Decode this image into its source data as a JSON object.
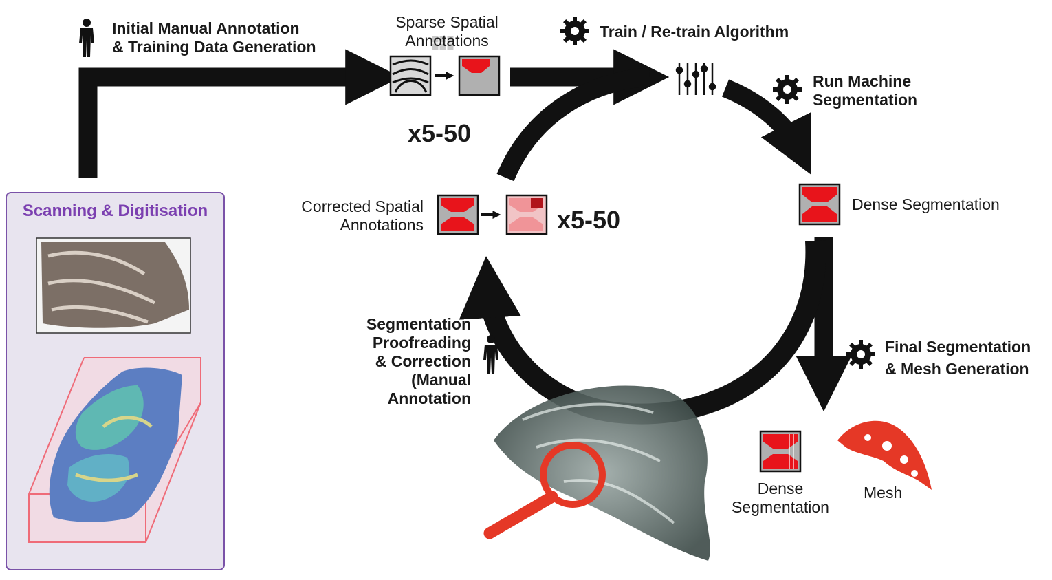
{
  "labels": {
    "initial_annotation": [
      "Initial Manual Annotation",
      "& Training Data Generation"
    ],
    "sparse_annotations": [
      "Sparse Spatial",
      "Annotations"
    ],
    "multiplier_top": "x5-50",
    "train": "Train  / Re-train Algorithm",
    "run_machine": [
      "Run Machine",
      "Segmentation"
    ],
    "dense_segmentation": "Dense Segmentation",
    "corrected_annotations": [
      "Corrected Spatial",
      "Annotations"
    ],
    "multiplier_mid": "x5-50",
    "proofreading": [
      "Segmentation",
      "Proofreading",
      "& Correction",
      "(Manual",
      "Annotation"
    ],
    "final_segmentation": [
      "Final Segmentation",
      "& Mesh Generation"
    ],
    "dense_segmentation_out": [
      "Dense",
      "Segmentation"
    ],
    "mesh": "Mesh"
  },
  "scan_panel": {
    "title": "Scanning & Digitisation"
  },
  "colors": {
    "arrow": "#111111",
    "segment_red": "#e8141b",
    "panel_border": "#7a52a8",
    "panel_bg": "#e8e4ef",
    "panel_title": "#7b3fb0",
    "highlight_red": "#e53826"
  }
}
